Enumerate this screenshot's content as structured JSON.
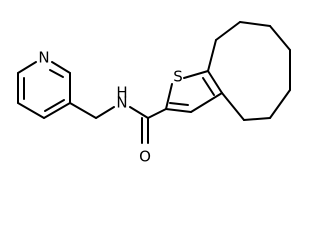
{
  "molecule": {
    "atoms": {
      "pyridine_n": "N",
      "thiophene_s": "S",
      "amide_n": "N",
      "amide_h": "H",
      "carbonyl_o": "O"
    }
  }
}
